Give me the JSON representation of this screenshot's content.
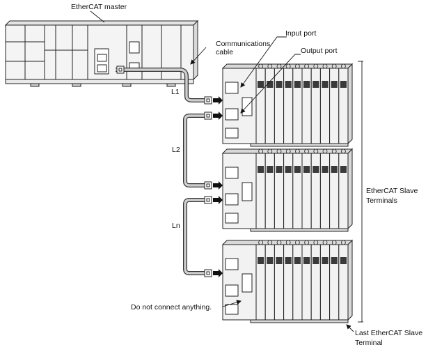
{
  "labels": {
    "master": "EtherCAT master",
    "cable": [
      "Communications",
      "cable"
    ],
    "input_port": "Input port",
    "output_port": "Output port",
    "segment_1": "L1",
    "segment_2": "L2",
    "segment_n": "Ln",
    "slave_terminals": [
      "EtherCAT Slave",
      "Terminals"
    ],
    "no_connect": "Do not connect anything.",
    "last_slave": [
      "Last EtherCAT Slave",
      "Terminal"
    ]
  },
  "colors": {
    "line": "#222222",
    "housing": "#f2f2f2",
    "shade": "#d9d9d9",
    "cable_core": "#cfcfcf",
    "cable_edge": "#333333"
  },
  "icons": [
    "arrow-right-icon",
    "rj45-connector-icon"
  ]
}
